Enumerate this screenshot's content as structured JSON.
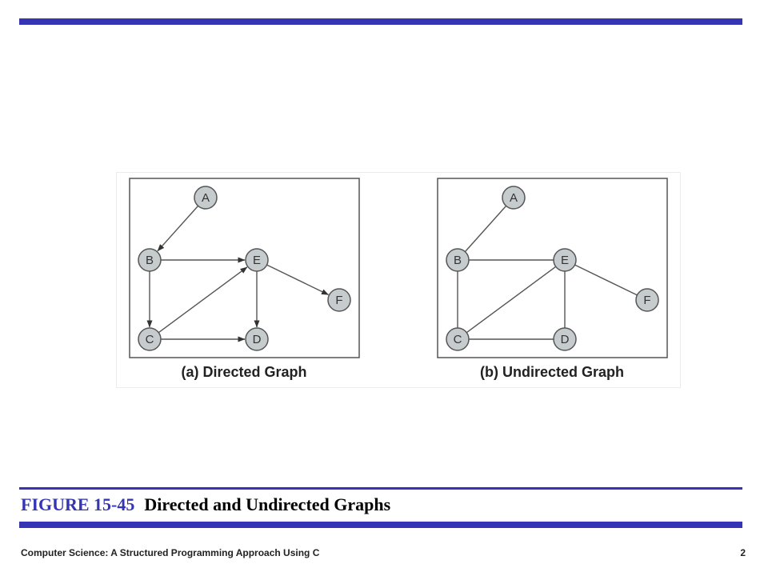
{
  "figure": {
    "label": "FIGURE 15-45",
    "title": "Directed and Undirected Graphs"
  },
  "footer": {
    "book_title": "Computer Science: A Structured Programming Approach Using C",
    "page_number": "2"
  },
  "graphs": [
    {
      "caption": "(a) Directed Graph",
      "directed": true,
      "nodes": [
        "A",
        "B",
        "C",
        "D",
        "E",
        "F"
      ],
      "edges": [
        [
          "A",
          "B"
        ],
        [
          "B",
          "E"
        ],
        [
          "B",
          "C"
        ],
        [
          "C",
          "E"
        ],
        [
          "C",
          "D"
        ],
        [
          "E",
          "D"
        ],
        [
          "E",
          "F"
        ]
      ]
    },
    {
      "caption": "(b) Undirected Graph",
      "directed": false,
      "nodes": [
        "A",
        "B",
        "C",
        "D",
        "E",
        "F"
      ],
      "edges": [
        [
          "A",
          "B"
        ],
        [
          "B",
          "E"
        ],
        [
          "B",
          "C"
        ],
        [
          "C",
          "E"
        ],
        [
          "C",
          "D"
        ],
        [
          "E",
          "D"
        ],
        [
          "E",
          "F"
        ]
      ]
    }
  ],
  "colors": {
    "accent": "#3434b4",
    "node_fill": "#c6cbce",
    "node_stroke": "#555555",
    "edge": "#555555"
  }
}
